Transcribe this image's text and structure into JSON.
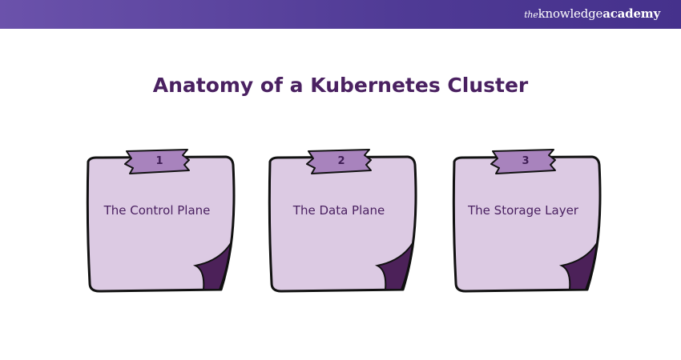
{
  "header": {
    "logo_the": "the",
    "logo_knowledge": "knowledge",
    "logo_academy": "academy"
  },
  "title": "Anatomy of a Kubernetes Cluster",
  "cards": [
    {
      "number": "1",
      "label": "The Control Plane"
    },
    {
      "number": "2",
      "label": "The Data Plane"
    },
    {
      "number": "3",
      "label": "The Storage Layer"
    }
  ],
  "colors": {
    "paper": "#dccae3",
    "tab": "#a883bd",
    "curl": "#4c2159",
    "title": "#4a2161"
  }
}
